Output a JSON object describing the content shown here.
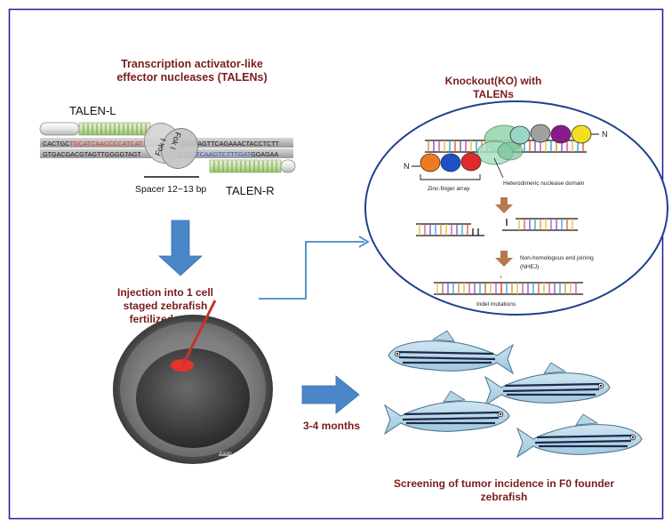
{
  "talens": {
    "title_line1": "Transcription activator-like",
    "title_line2": "effector nucleases (TALENs)",
    "label_left": "TALEN-L",
    "label_right": "TALEN-R",
    "spacer": "Spacer 12~13 bp",
    "fok": "Fok I",
    "dna_top_black_left": "CACTGC",
    "dna_top_red": "TGCATCAACCCCATCAT",
    "dna_top_black_right": "GGAGAAGTTCAGAAACTACCTCTT",
    "dna_bottom_black_left": "GTGACGACGTAGTTGGGGTAGT",
    "dna_bottom_blue": "CCTCTTCAAGTCTTTGAT",
    "dna_bottom_black_right": "GGAGAA"
  },
  "injection": {
    "line1": "Injection into 1 cell",
    "line2": "staged zebrafish",
    "line3": "fertilized eggs",
    "scale_label": "0.1mm"
  },
  "knockout": {
    "title_line1": "Knockout(KO) with",
    "title_line2": "TALENs",
    "zinc_label": "Zinc-finger array",
    "hetero_label": "Heterodimeric nuclease domain",
    "n_label": "N",
    "nhej_line1": "Non-homologous end joining",
    "nhej_line2": "(NHEJ)",
    "indel_label": "Indel mutations"
  },
  "timeline": {
    "label": "3-4 months"
  },
  "screening": {
    "line1": "Screening of tumor incidence in F0 founder",
    "line2": "zebrafish"
  },
  "colors": {
    "frame": "#1a1aa6",
    "title_text": "#7a1c1c",
    "arrow": "#4a86c8",
    "ellipse": "#1f3f8f",
    "red_seq": "#e0302a",
    "blue_seq": "#2f5fd0"
  }
}
